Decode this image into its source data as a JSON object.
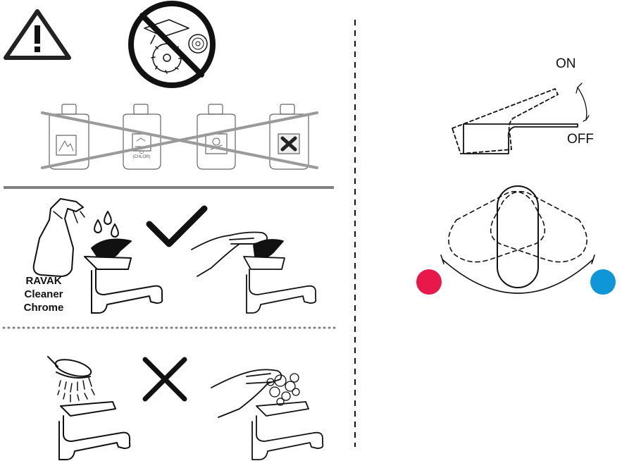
{
  "brand_labels": [
    "RAVAK",
    "Cleaner",
    "Chrome"
  ],
  "lever_positions": {
    "on_label": "ON",
    "off_label": "OFF"
  },
  "chemical_labels": [
    "Cl",
    "(CHLOR)"
  ],
  "temperature_markers": {
    "hot_color": "#e8194a",
    "cold_color": "#0e96d8"
  },
  "colors": {
    "line": "#111111",
    "divider": "#808080",
    "prohibited_cross": "#9a9a9a"
  },
  "icons": [
    "warning-triangle-icon",
    "no-abrasive-tools-icon",
    "spray-bottle-icon",
    "checkmark-icon",
    "cross-icon",
    "shower-head-icon",
    "faucet-icon"
  ]
}
